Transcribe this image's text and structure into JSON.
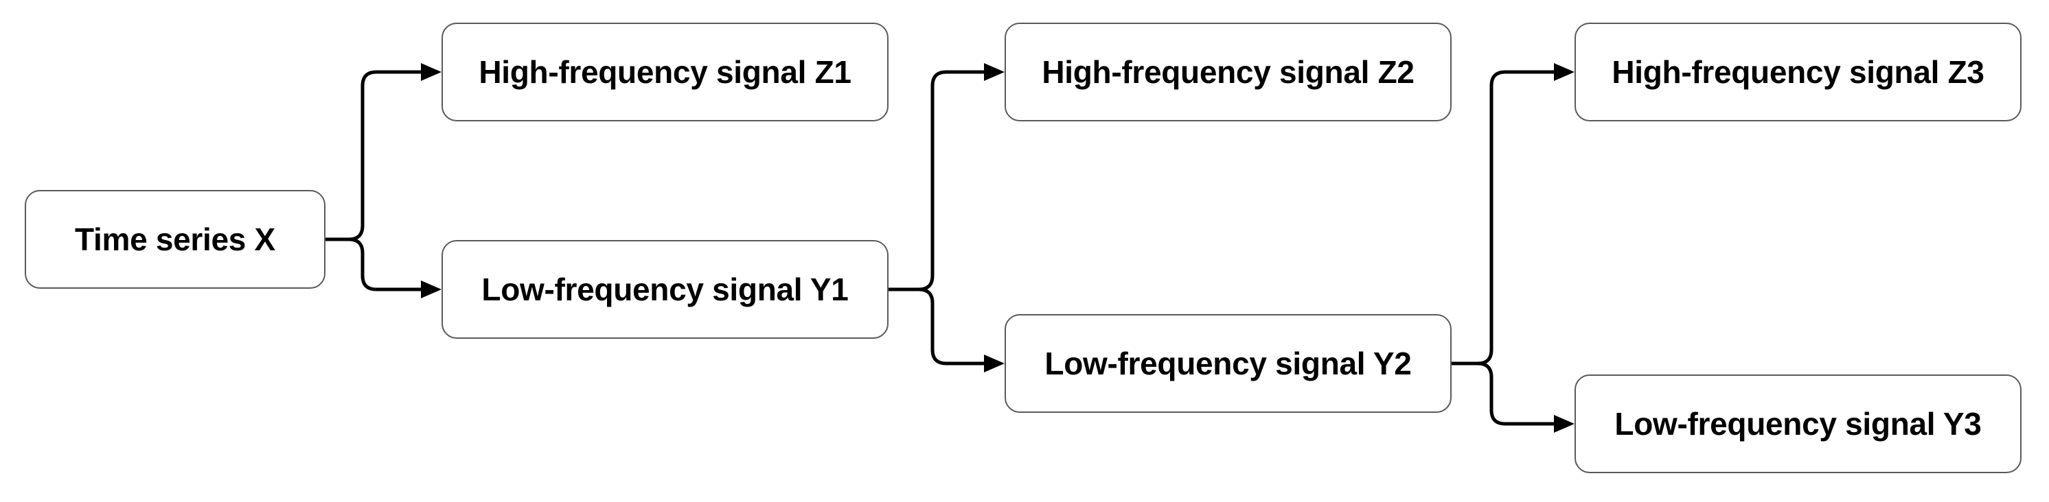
{
  "diagram": {
    "nodes": {
      "time_series_x": "Time series X",
      "high_freq_z1": "High-frequency signal Z1",
      "low_freq_y1": "Low-frequency signal Y1",
      "high_freq_z2": "High-frequency signal Z2",
      "low_freq_y2": "Low-frequency signal Y2",
      "high_freq_z3": "High-frequency signal Z3",
      "low_freq_y3": "Low-frequency signal Y3"
    },
    "edges": [
      {
        "from": "time_series_x",
        "to": "high_freq_z1"
      },
      {
        "from": "time_series_x",
        "to": "low_freq_y1"
      },
      {
        "from": "low_freq_y1",
        "to": "high_freq_z2"
      },
      {
        "from": "low_freq_y1",
        "to": "low_freq_y2"
      },
      {
        "from": "low_freq_y2",
        "to": "high_freq_z3"
      },
      {
        "from": "low_freq_y2",
        "to": "low_freq_y3"
      }
    ],
    "colors": {
      "line": "#000000",
      "box_border": "#5a5a5a",
      "box_fill": "#ffffff",
      "text": "#000000"
    }
  }
}
